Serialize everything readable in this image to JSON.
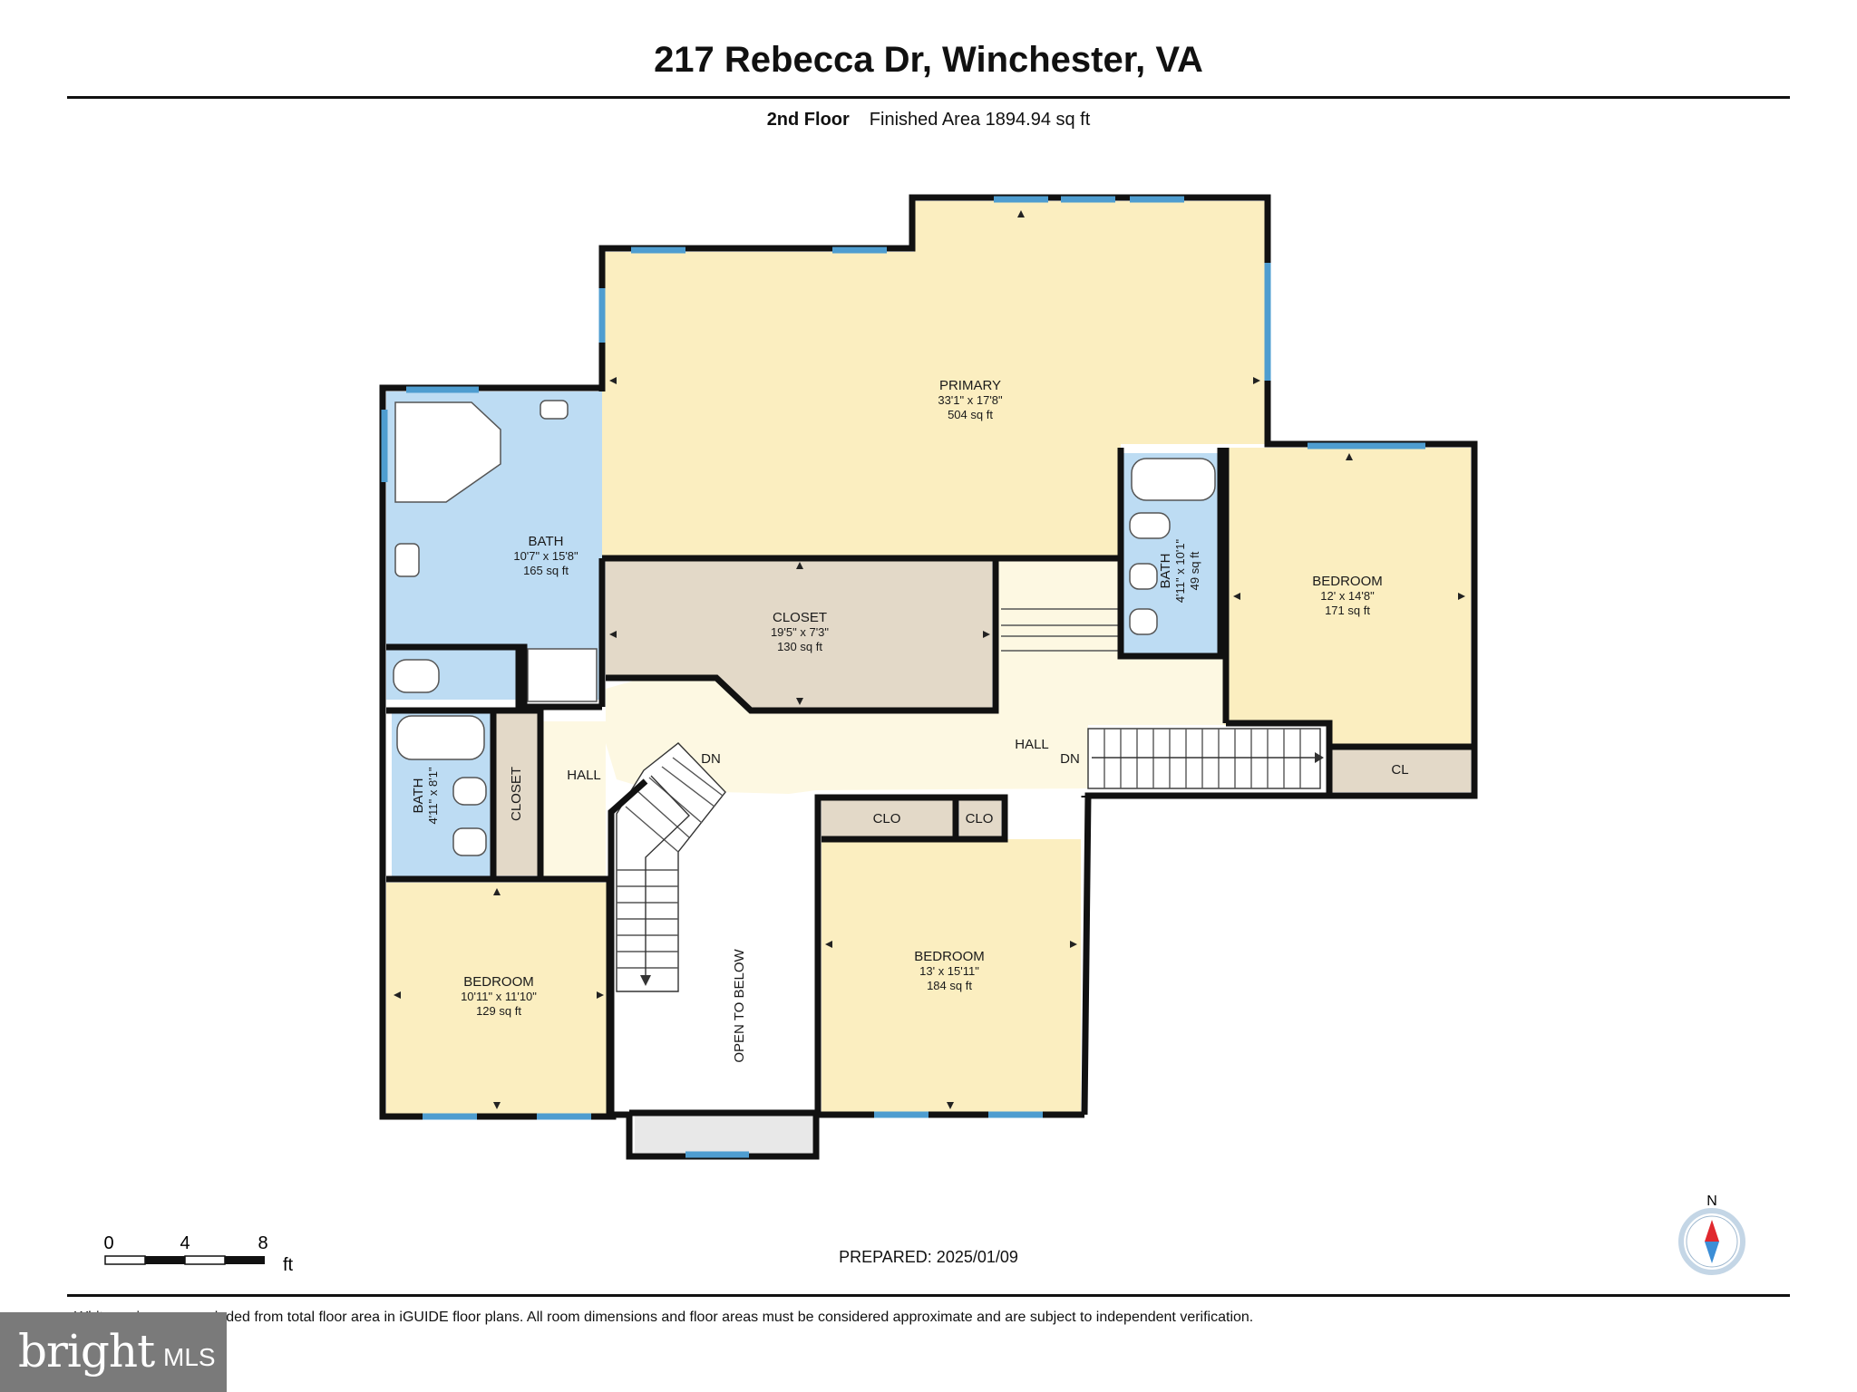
{
  "header": {
    "title": "217 Rebecca Dr, Winchester, VA",
    "floor": "2nd Floor",
    "area": "Finished Area 1894.94 sq ft"
  },
  "rooms": {
    "primary": {
      "name": "PRIMARY",
      "dims": "33'1\" x 17'8\"",
      "area": "504 sq ft"
    },
    "bath_main": {
      "name": "BATH",
      "dims": "10'7\" x 15'8\"",
      "area": "165 sq ft"
    },
    "closet_main": {
      "name": "CLOSET",
      "dims": "19'5\" x 7'3\"",
      "area": "130 sq ft"
    },
    "bath_right": {
      "name": "BATH",
      "dims": "4'11\" x 10'1\"",
      "area": "49 sq ft"
    },
    "bedroom_right": {
      "name": "BEDROOM",
      "dims": "12' x 14'8\"",
      "area": "171 sq ft"
    },
    "bedroom_left": {
      "name": "BEDROOM",
      "dims": "10'11\" x 11'10\"",
      "area": "129 sq ft"
    },
    "bedroom_center": {
      "name": "BEDROOM",
      "dims": "13' x 15'11\"",
      "area": "184 sq ft"
    },
    "bath_left": {
      "name": "BATH",
      "dims": "4'11\" x 8'1\""
    },
    "closet_left": {
      "name": "CLOSET"
    },
    "hall_left": {
      "name": "HALL"
    },
    "hall_center": {
      "name": "HALL"
    },
    "clo_1": {
      "name": "CLO"
    },
    "clo_2": {
      "name": "CLO"
    },
    "cl": {
      "name": "CL"
    },
    "open_to_below": {
      "name": "OPEN TO BELOW"
    }
  },
  "stairs": {
    "dn_left": "DN",
    "dn_right": "DN"
  },
  "scale": {
    "ticks": [
      "0",
      "4",
      "8"
    ],
    "unit": "ft"
  },
  "compass": {
    "north": "N"
  },
  "prepared": "PREPARED: 2025/01/09",
  "disclaimer": "White regions are excluded from total floor area in iGUIDE floor plans. All room dimensions and floor areas must be considered approximate and are subject to independent verification.",
  "branding": {
    "bright": "bright",
    "mls": "MLS"
  },
  "colors": {
    "bedroom_fill": "#fbeec0",
    "bath_fill": "#bddcf3",
    "closet_fill": "#e3d9c8",
    "hall_fill": "#fdf8e2",
    "wall": "#111111",
    "window": "#4e9dd0",
    "compass_red": "#e0282e",
    "compass_blue": "#3c8ed6"
  }
}
